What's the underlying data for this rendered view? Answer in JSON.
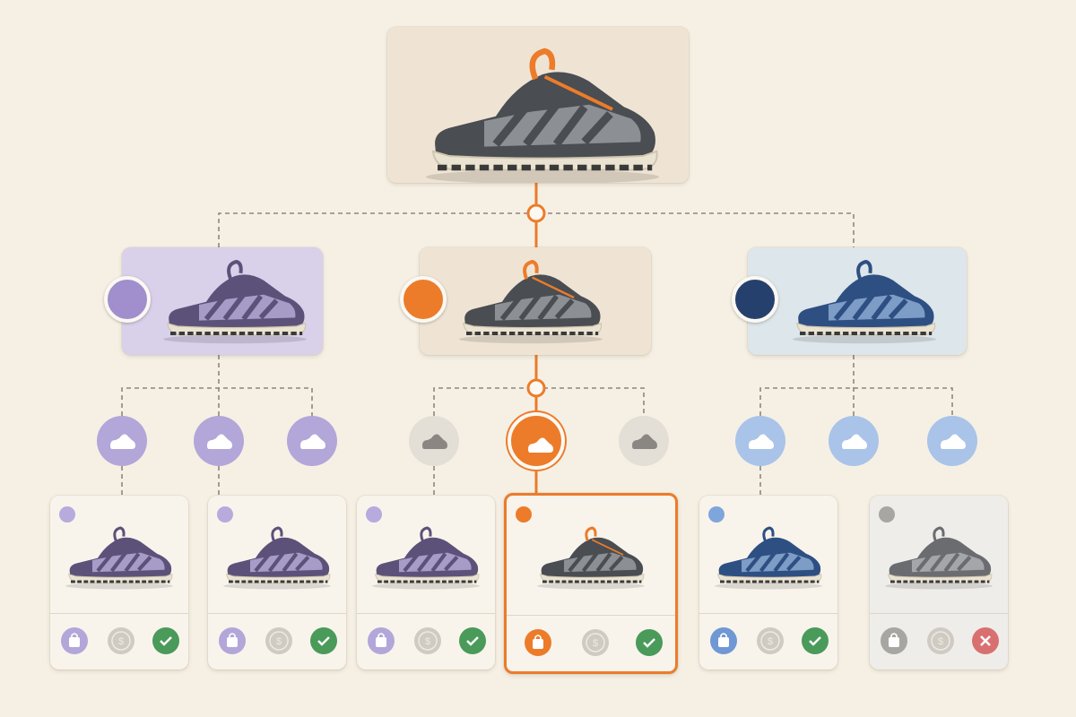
{
  "colors": {
    "background": "#f6f0e4",
    "purple": "#a08fcc",
    "orange": "#ec7c2a",
    "navy": "#26406e",
    "blue": "#8fb3e0",
    "grey": "#bdb8b0",
    "green": "#4a9a5a",
    "red": "#d97070"
  },
  "root": {
    "icon": "shoe-grey-orange"
  },
  "variants": [
    {
      "name": "purple",
      "swatch": "#a08fcc",
      "shoe_body": "#5c5279",
      "shoe_panel": "#a79cc8",
      "accent": "#5c5279"
    },
    {
      "name": "orange",
      "swatch": "#ec7c2a",
      "shoe_body": "#4a4d52",
      "shoe_panel": "#8c8f94",
      "accent": "#ec7c2a",
      "selected": true
    },
    {
      "name": "navy",
      "swatch": "#26406e",
      "shoe_body": "#2e4f82",
      "shoe_panel": "#7d9cc6",
      "accent": "#2e4f82"
    }
  ],
  "size_nodes": [
    {
      "fill": "#b3a6d9",
      "icon": "shoe-icon"
    },
    {
      "fill": "#b3a6d9",
      "icon": "shoe-icon"
    },
    {
      "fill": "#b3a6d9",
      "icon": "shoe-icon"
    },
    {
      "fill": "#e4dfd6",
      "icon": "shoe-icon"
    },
    {
      "fill": "#ec7c2a",
      "icon": "shoe-icon",
      "selected": true
    },
    {
      "fill": "#e4dfd6",
      "icon": "shoe-icon"
    },
    {
      "fill": "#a9c4e8",
      "icon": "shoe-icon"
    },
    {
      "fill": "#a9c4e8",
      "icon": "shoe-icon"
    },
    {
      "fill": "#a9c4e8",
      "icon": "shoe-icon"
    }
  ],
  "leaves": [
    {
      "dot": "#b7aadd",
      "bag": "#b3a6d9",
      "status": "available"
    },
    {
      "dot": "#b7aadd",
      "bag": "#b3a6d9",
      "status": "available"
    },
    {
      "dot": "#b7aadd",
      "bag": "#b3a6d9",
      "status": "available"
    },
    {
      "dot": "#ec7c2a",
      "bag": "#ec7c2a",
      "status": "available",
      "selected": true
    },
    {
      "dot": "#7ea6dc",
      "bag": "#6f98d4",
      "status": "available"
    },
    {
      "dot": "#a8a6a3",
      "bag": "#a8a6a3",
      "status": "unavailable"
    }
  ]
}
